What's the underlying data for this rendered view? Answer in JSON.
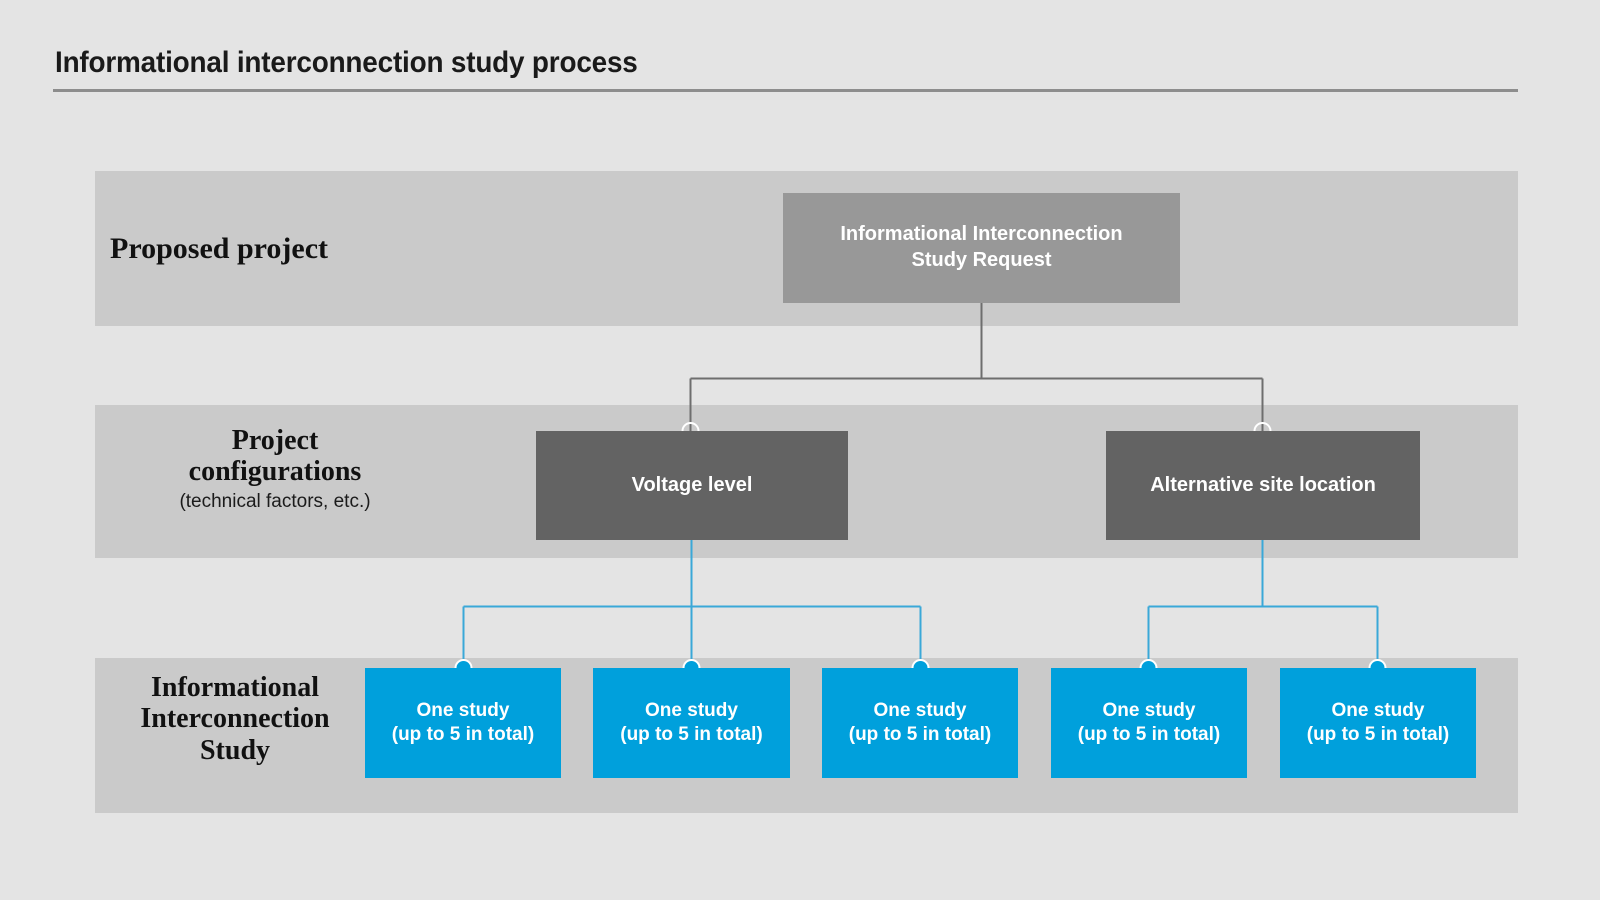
{
  "page": {
    "title": "Informational interconnection study process",
    "background_color": "#e4e4e4",
    "band_color": "#cacaca",
    "rule_color": "#8d8d8d"
  },
  "colors": {
    "root_box": "#989898",
    "config_box": "#636363",
    "study_box": "#00a0dc",
    "gray_connector": "#6e6e6e",
    "blue_connector": "#3aa8d8",
    "node_text": "#ffffff",
    "label_text": "#111111"
  },
  "rows": [
    {
      "id": "proposed-project",
      "label": "Proposed project",
      "sublabel": ""
    },
    {
      "id": "project-configurations",
      "label_line_1": "Project",
      "label_line_2": "configurations",
      "sublabel": "(technical factors, etc.)"
    },
    {
      "id": "informational-interconnection-study",
      "label_line_1": "Informational",
      "label_line_2": "Interconnection",
      "label_line_3": "Study"
    }
  ],
  "nodes": {
    "root": {
      "line_1": "Informational Interconnection",
      "line_2": "Study Request"
    },
    "configurations": [
      {
        "label": "Voltage level"
      },
      {
        "label": "Alternative site location"
      }
    ],
    "studies": [
      {
        "line_1": "One study",
        "line_2": "(up to 5 in total)"
      },
      {
        "line_1": "One study",
        "line_2": "(up to 5 in total)"
      },
      {
        "line_1": "One study",
        "line_2": "(up to 5 in total)"
      },
      {
        "line_1": "One study",
        "line_2": "(up to 5 in total)"
      },
      {
        "line_1": "One study",
        "line_2": "(up to 5 in total)"
      }
    ]
  }
}
